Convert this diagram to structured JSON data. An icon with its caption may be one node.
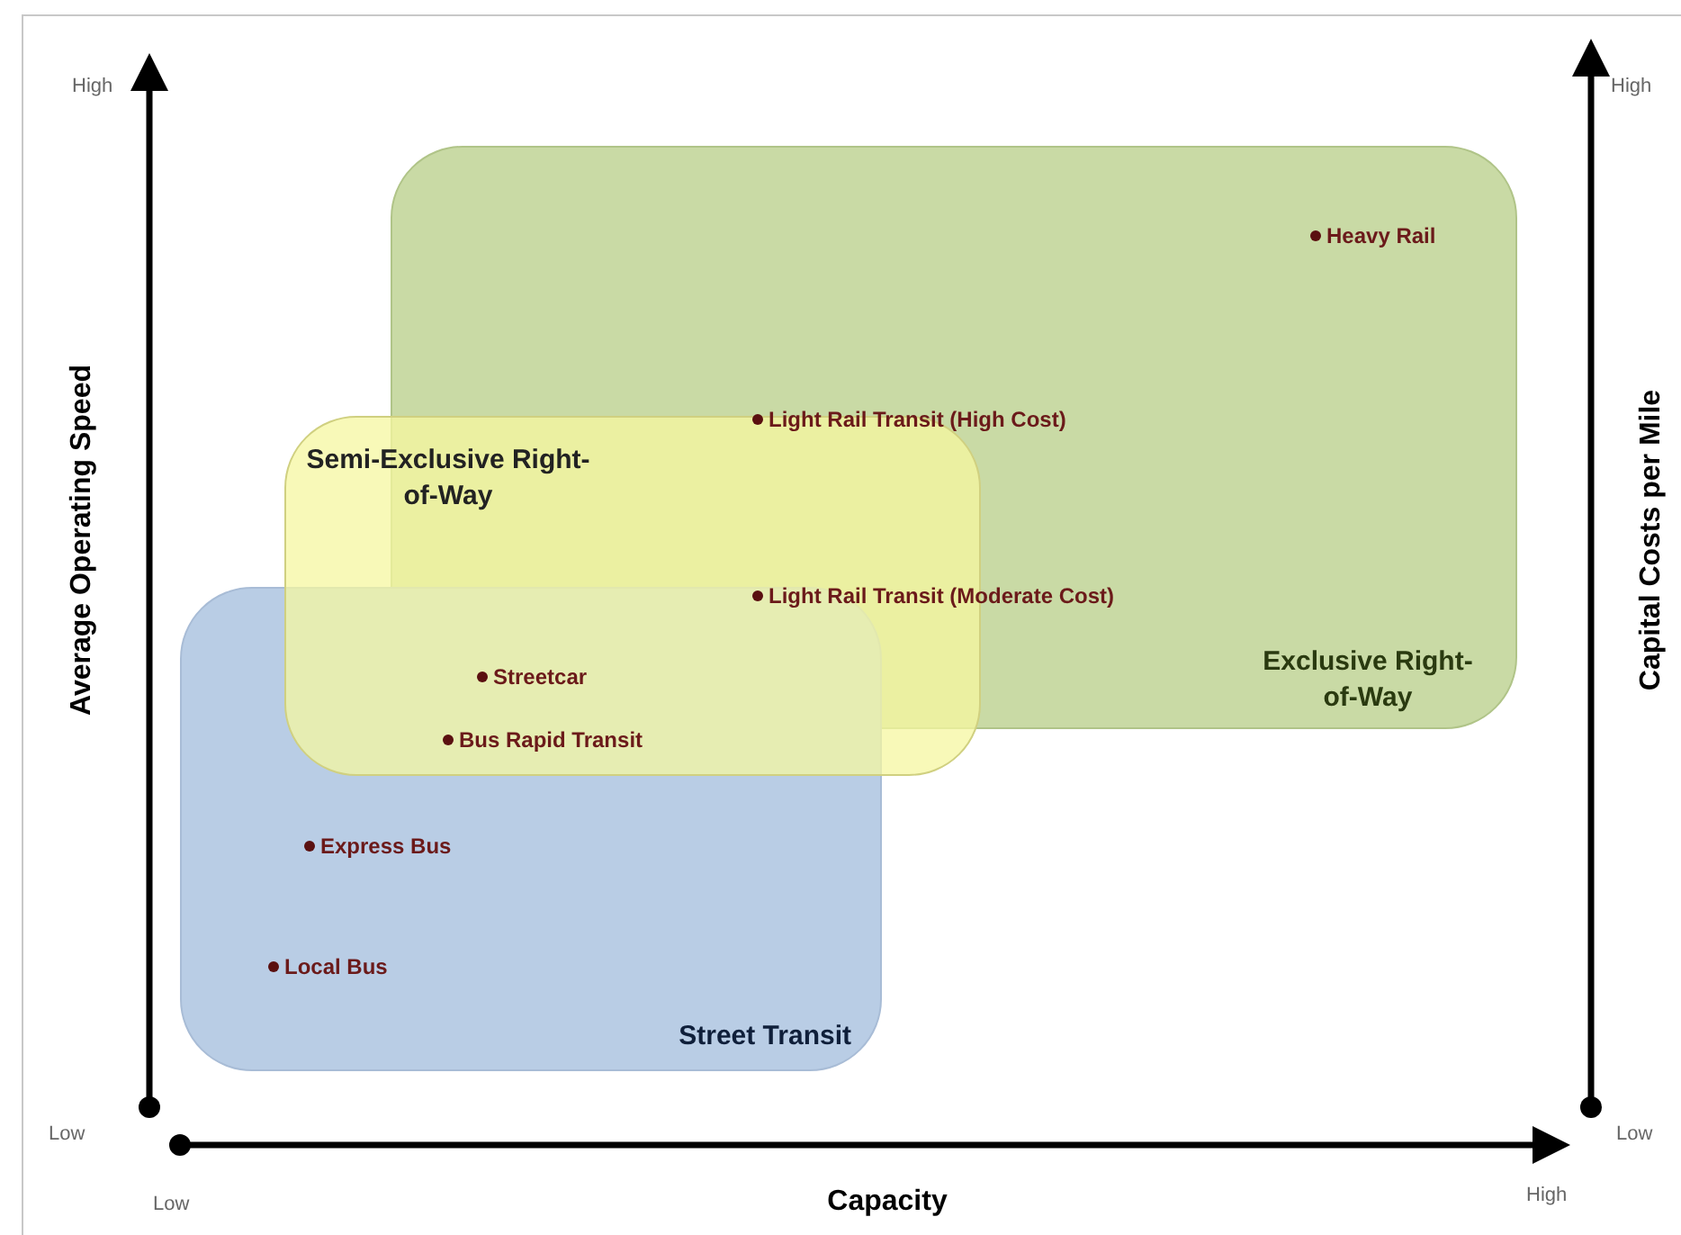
{
  "diagram": {
    "nodes": [
      {
        "text": [
          "Exclusive Right-of-Way"
        ]
      },
      {
        "text": [
          "Street Transit"
        ]
      },
      {
        "text": [
          "Semi-Exclusive Right-of-Way"
        ]
      }
    ],
    "edges": [],
    "labels": [
      "High",
      "High",
      "Heavy Rail",
      "Average Operating Speed",
      "Capital Costs per Mile",
      "Light Rail Transit (High Cost)",
      "Light Rail Transit (Moderate Cost)",
      "Streetcar",
      "Bus Rapid Transit",
      "Express Bus",
      "Local Bus",
      "Low",
      "Low",
      "Low",
      "Capacity",
      "High"
    ]
  }
}
